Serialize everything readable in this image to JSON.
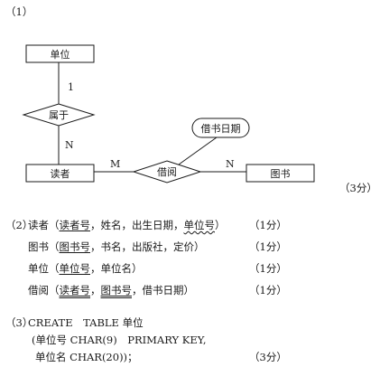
{
  "part1": {
    "label": "（1）",
    "score": "（3分）",
    "er": {
      "entities": {
        "unit": "单位",
        "reader": "读者",
        "book": "图书"
      },
      "relationships": {
        "belongs": "属于",
        "borrow": "借阅"
      },
      "attribute": "借书日期",
      "cardinality": {
        "unit_side": "1",
        "reader_side_belongs": "N",
        "reader_side_borrow": "M",
        "book_side_borrow": "N"
      }
    }
  },
  "part2": {
    "label": "（2）",
    "rows": [
      {
        "name": "读者",
        "open": "（",
        "sep": "，",
        "k1": "读者号",
        "rest": "，姓名，出生日期，",
        "fk": "单位号",
        "close": "）",
        "score": "（1分）"
      },
      {
        "name": "图书",
        "open": "（",
        "k1": "图书号",
        "rest": "，书名，出版社，定价）",
        "score": "（1分）"
      },
      {
        "name": "单位",
        "open": "（",
        "k1": "单位号",
        "rest": "，单位名）",
        "score": "（1分）"
      },
      {
        "name": "借阅",
        "open": "（",
        "k1": "读者号",
        "sep": "，",
        "k2": "图书号",
        "rest": "，借书日期）",
        "score": "（1分）"
      }
    ]
  },
  "part3": {
    "label": "（3）",
    "line1": "CREATE　TABLE 单位",
    "line2": "(单位号 CHAR(9)　PRIMARY KEY,",
    "line3": "单位名 CHAR(20))；",
    "score": "（3分）"
  }
}
